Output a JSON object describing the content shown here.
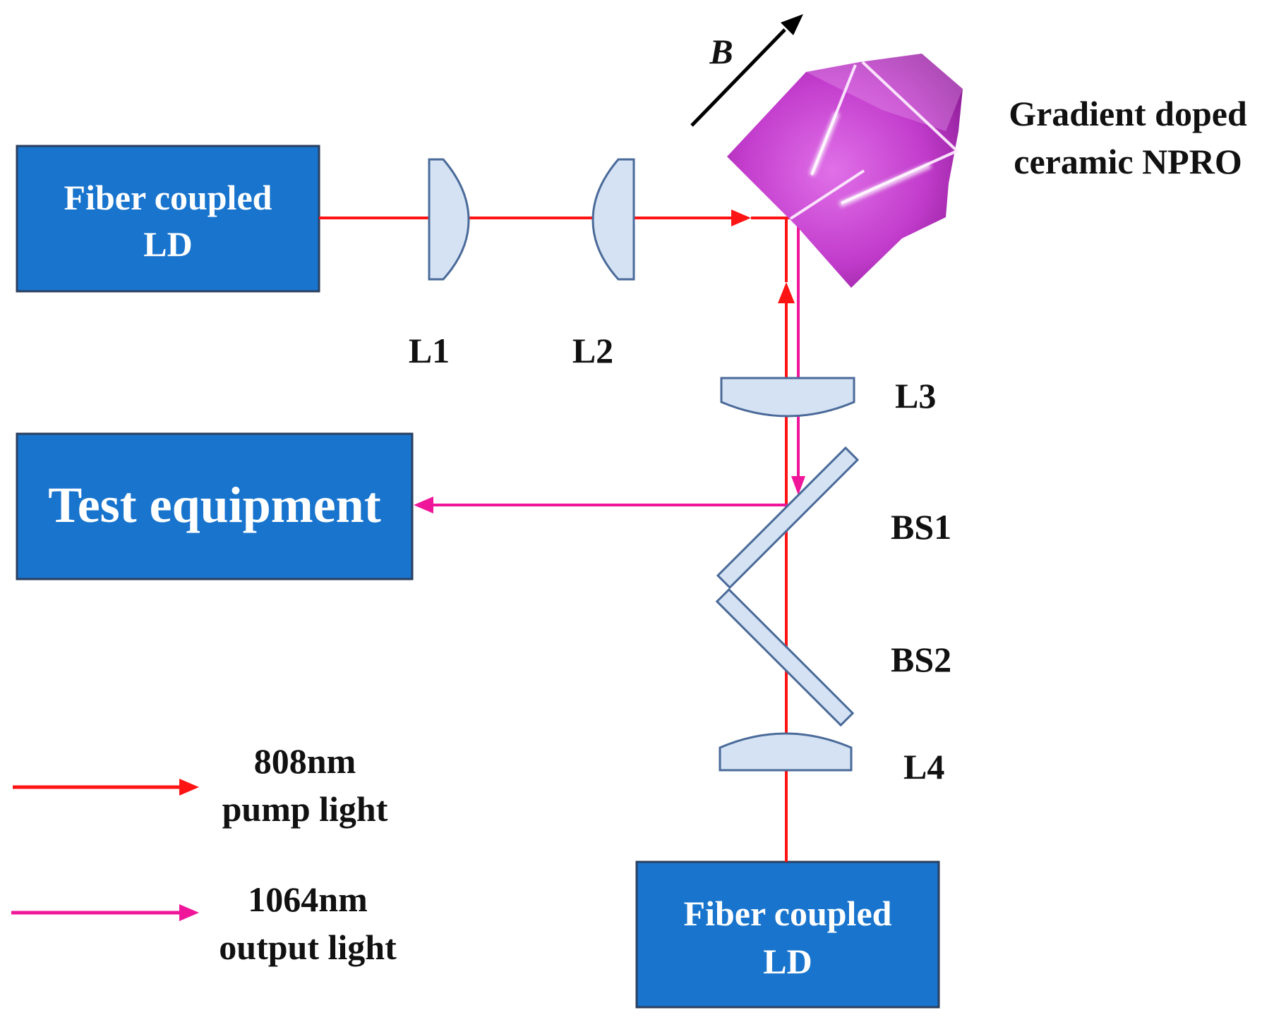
{
  "colors": {
    "box_fill": "#1874CD",
    "box_stroke": "#2a3f5f",
    "pump": "#FF1414",
    "output": "#F0169A",
    "lens_fill": "#D4E2F3",
    "lens_stroke": "#4a6a99",
    "crystal": "#C03AC8",
    "field_arrow": "#000000"
  },
  "boxes": {
    "fiber_ld_left": {
      "line1": "Fiber  coupled",
      "line2": "LD"
    },
    "test_equipment": {
      "label": "Test equipment"
    },
    "fiber_ld_bottom": {
      "line1": "Fiber  coupled",
      "line2": "LD"
    }
  },
  "components": {
    "l1": "L1",
    "l2": "L2",
    "l3": "L3",
    "l4": "L4",
    "bs1": "BS1",
    "bs2": "BS2",
    "field": "B",
    "crystal_line1": "Gradient doped",
    "crystal_line2": "ceramic NPRO"
  },
  "legend": {
    "pump_line1": "808nm",
    "pump_line2": "pump light",
    "output_line1": "1064nm",
    "output_line2": "output light"
  }
}
